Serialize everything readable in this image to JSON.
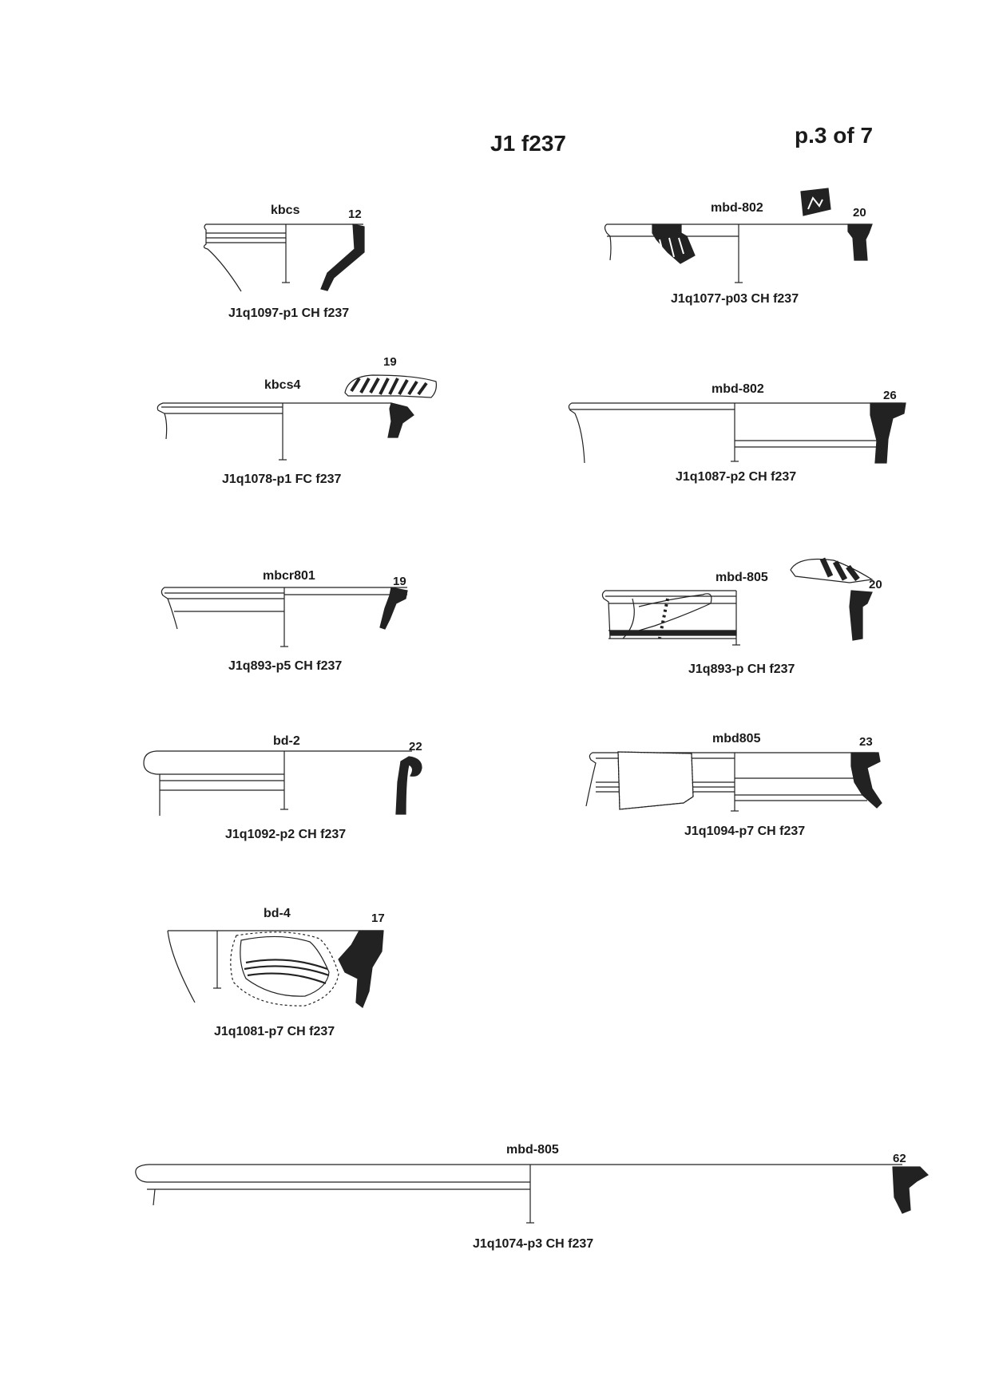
{
  "header": {
    "title": "J1 f237",
    "page": "p.3 of 7"
  },
  "sherds": [
    {
      "type": "kbcs",
      "diameter": "12",
      "caption": "J1q1097-p1 CH f237"
    },
    {
      "type": "mbd-802",
      "diameter": "20",
      "caption": "J1q1077-p03 CH f237"
    },
    {
      "type": "kbcs4",
      "diameter": "19",
      "caption": "J1q1078-p1 FC f237"
    },
    {
      "type": "mbd-802",
      "diameter": "26",
      "caption": "J1q1087-p2 CH f237"
    },
    {
      "type": "mbcr801",
      "diameter": "19",
      "caption": "J1q893-p5 CH f237"
    },
    {
      "type": "mbd-805",
      "diameter": "20",
      "caption": "J1q893-p CH f237"
    },
    {
      "type": "bd-2",
      "diameter": "22",
      "caption": "J1q1092-p2 CH f237"
    },
    {
      "type": "mbd805",
      "diameter": "23",
      "caption": "J1q1094-p7 CH f237"
    },
    {
      "type": "bd-4",
      "diameter": "17",
      "caption": "J1q1081-p7 CH f237"
    },
    {
      "type": "mbd-805",
      "diameter": "62",
      "caption": "J1q1074-p3 CH f237"
    }
  ]
}
